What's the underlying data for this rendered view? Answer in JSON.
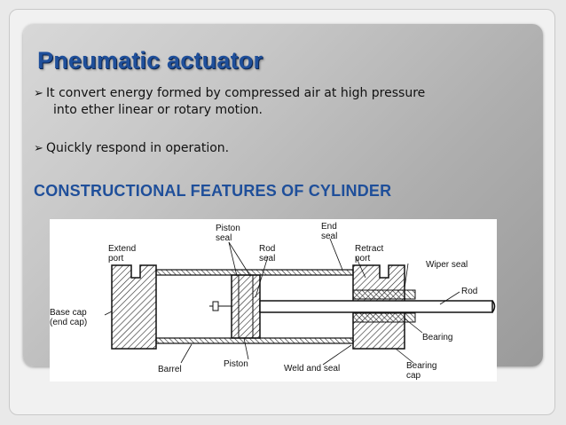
{
  "slide": {
    "title": "Pneumatic actuator",
    "bullets": [
      {
        "line1": "It convert energy formed by compressed air at high pressure",
        "line2": "into ether linear or rotary motion."
      },
      {
        "line1": "Quickly respond in operation."
      }
    ],
    "section_heading": "CONSTRUCTIONAL FEATURES OF CYLINDER"
  },
  "diagram": {
    "labels": {
      "extend_port_1": "Extend",
      "extend_port_2": "port",
      "piston_seal_1": "Piston",
      "piston_seal_2": "seal",
      "rod_seal_1": "Rod",
      "rod_seal_2": "seal",
      "end_seal_1": "End",
      "end_seal_2": "seal",
      "retract_port_1": "Retract",
      "retract_port_2": "port",
      "wiper_seal": "Wiper seal",
      "rod": "Rod",
      "base_cap_1": "Base cap",
      "base_cap_2": "(end cap)",
      "bearing": "Bearing",
      "barrel": "Barrel",
      "piston": "Piston",
      "weld_seal": "Weld and seal",
      "bearing_cap_1": "Bearing",
      "bearing_cap_2": "cap"
    }
  },
  "colors": {
    "title": "#1f4f9a",
    "heading": "#1f4f9a"
  }
}
